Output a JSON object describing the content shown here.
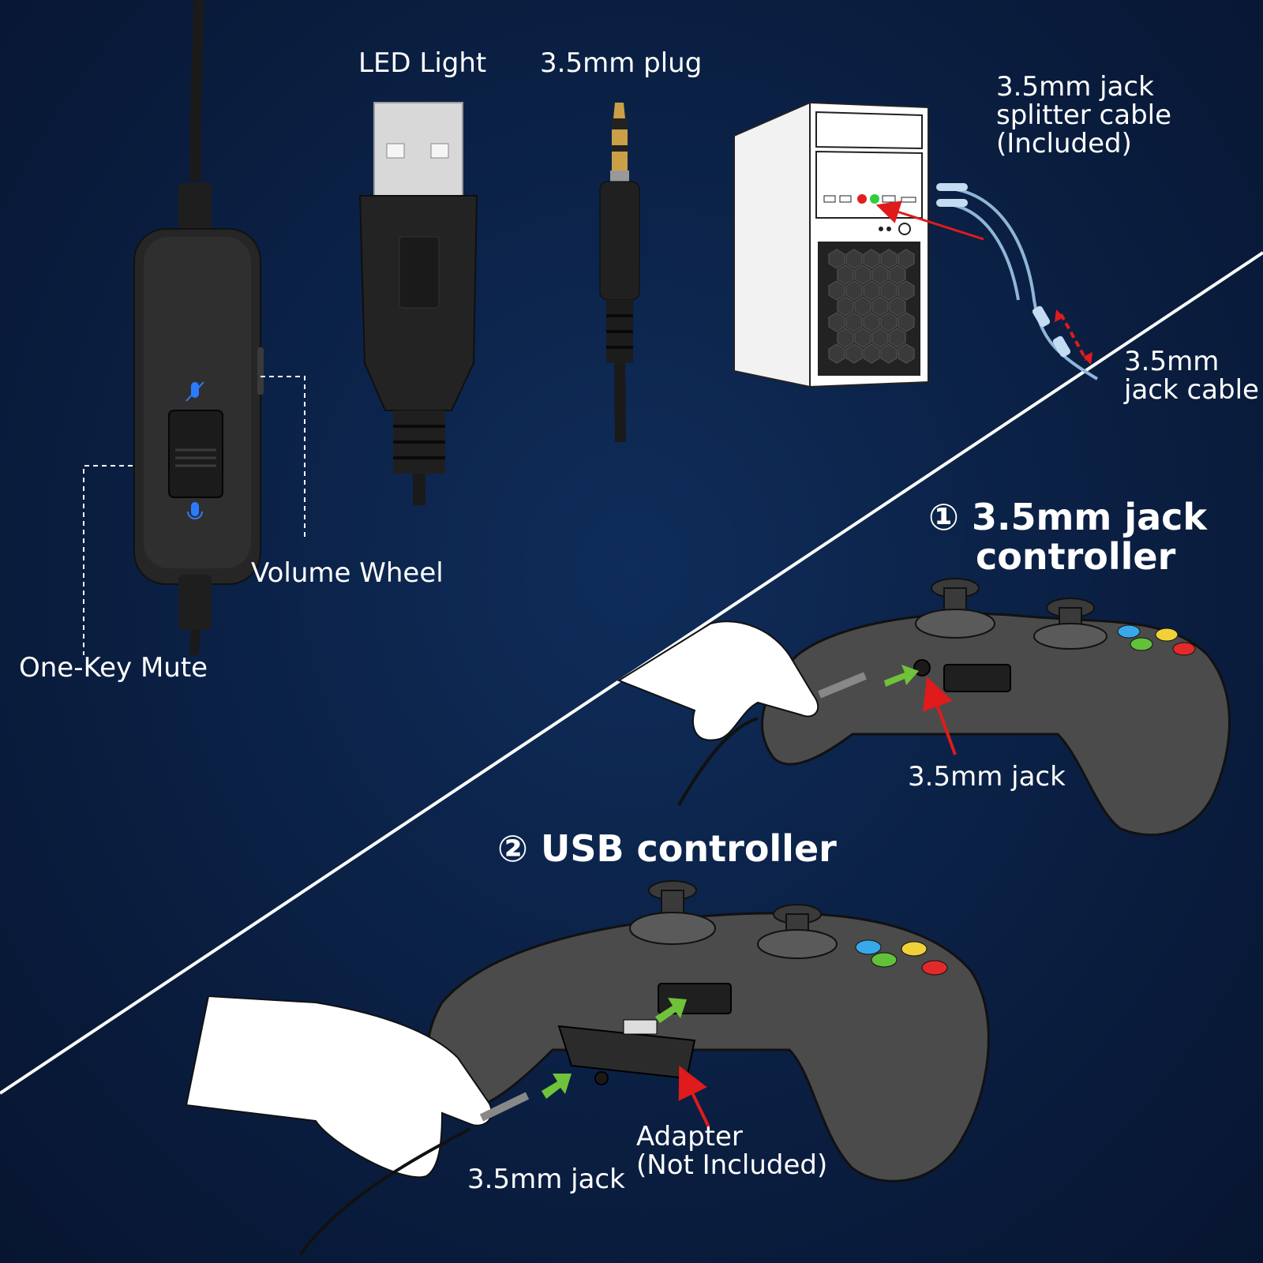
{
  "labels": {
    "led_light": "LED Light",
    "plug": "3.5mm plug",
    "splitter": [
      "3.5mm jack",
      "splitter cable",
      "(Included)"
    ],
    "jack_cable": [
      "3.5mm",
      "jack cable"
    ],
    "volume_wheel": "Volume Wheel",
    "one_key_mute": "One-Key Mute",
    "jack_controller_heading": [
      "① 3.5mm jack",
      "controller"
    ],
    "jack_controller_port": "3.5mm jack",
    "usb_controller_heading": "② USB controller",
    "usb_jack": "3.5mm jack",
    "adapter": [
      "Adapter",
      "(Not Included)"
    ]
  },
  "colors": {
    "background": "#0b2146",
    "text": "#ffffff",
    "controller_body": "#4b4b4b",
    "green_arrow": "#6fc23a",
    "red_arrow": "#e01b1b"
  },
  "icons": [
    "inline-controller",
    "usb-plug",
    "audio-plug",
    "pc-tower",
    "gamepad-icon",
    "hand-icon",
    "mic-icon",
    "mic-muted-icon"
  ]
}
